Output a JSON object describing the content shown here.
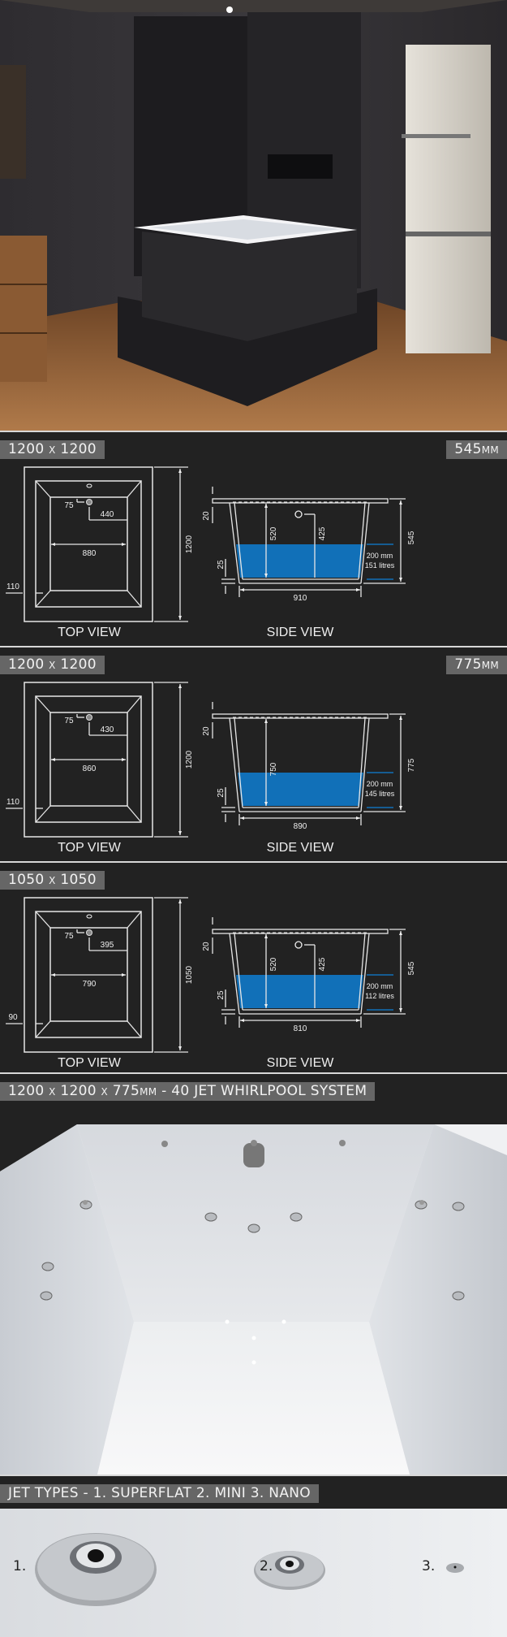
{
  "diagrams": [
    {
      "size_label": "1200 x 1200",
      "depth_label": "545mm",
      "top": {
        "jet_offset": "75",
        "jet_distance": "440",
        "inner_width": "880",
        "rim": "110",
        "length": "1200",
        "overflow": true
      },
      "side": {
        "rim_thickness": "20",
        "floor": "25",
        "inner_depth": "520",
        "overflow_height": "425",
        "total_height": "545",
        "water_depth": "200 mm",
        "volume": "151 litres",
        "base_width": "910",
        "deep": false
      },
      "top_view_label": "TOP VIEW",
      "side_view_label": "SIDE VIEW"
    },
    {
      "size_label": "1200 x 1200",
      "depth_label": "775mm",
      "top": {
        "jet_offset": "75",
        "jet_distance": "430",
        "inner_width": "860",
        "rim": "110",
        "length": "1200",
        "overflow": false
      },
      "side": {
        "rim_thickness": "20",
        "floor": "25",
        "inner_depth": "750",
        "overflow_height": null,
        "total_height": "775",
        "water_depth": "200 mm",
        "volume": "145 litres",
        "base_width": "890",
        "deep": true
      },
      "top_view_label": "TOP VIEW",
      "side_view_label": "SIDE VIEW"
    },
    {
      "size_label": "1050 x 1050",
      "depth_label": null,
      "top": {
        "jet_offset": "75",
        "jet_distance": "395",
        "inner_width": "790",
        "rim": "90",
        "length": "1050",
        "overflow": true
      },
      "side": {
        "rim_thickness": "20",
        "floor": "25",
        "inner_depth": "520",
        "overflow_height": "425",
        "total_height": "545",
        "water_depth": "200 mm",
        "volume": "112 litres",
        "base_width": "810",
        "deep": false
      },
      "top_view_label": "TOP VIEW",
      "side_view_label": "SIDE VIEW"
    }
  ],
  "whirlpool": {
    "title": "1200 x 1200 x 775mm - 40 JET WHIRLPOOL SYSTEM"
  },
  "jet_types": {
    "title": "JET TYPES -  1. SUPERFLAT   2. MINI   3. NANO",
    "items": [
      {
        "number": "1."
      },
      {
        "number": "2."
      },
      {
        "number": "3."
      }
    ]
  },
  "colors": {
    "water": "#1170b8",
    "tag_bg": "#666666",
    "panel_bg": "#222222",
    "line": "#e6e6e6"
  }
}
